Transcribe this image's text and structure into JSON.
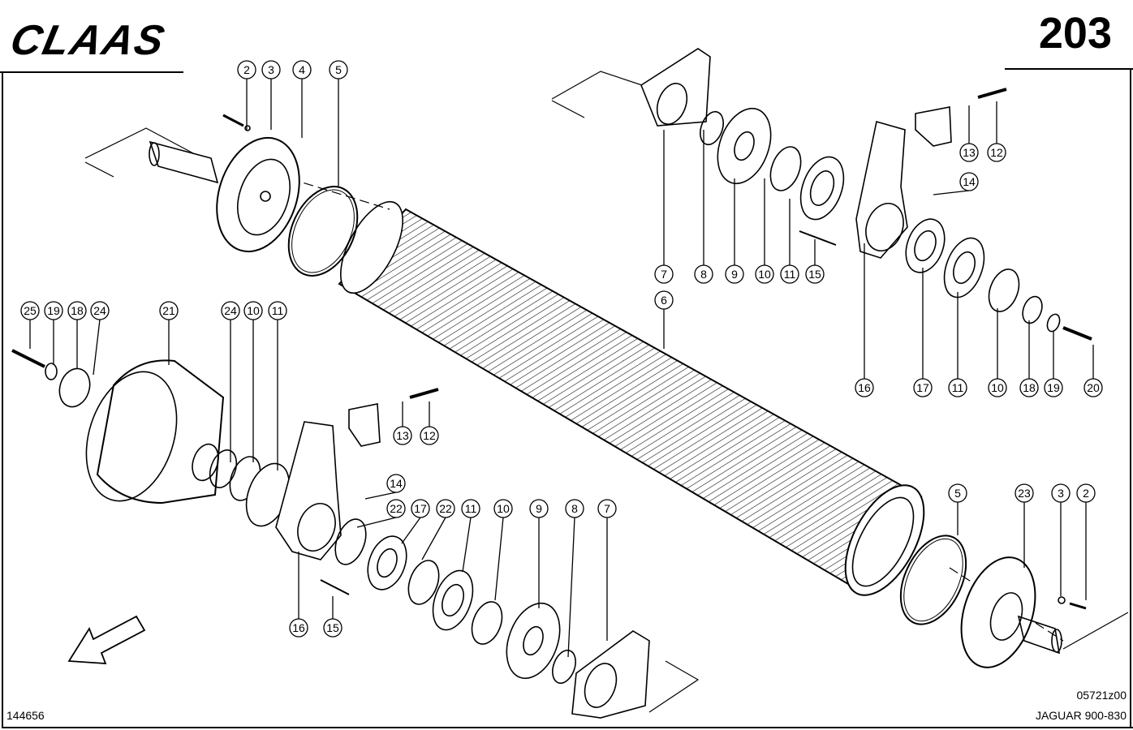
{
  "header": {
    "brand": "CLAAS",
    "page_number": "203"
  },
  "footer": {
    "left_id": "144656",
    "drawing_code": "05721z00",
    "model": "JAGUAR 900-830"
  },
  "callouts": [
    "2",
    "3",
    "4",
    "5",
    "7",
    "8",
    "9",
    "10",
    "11",
    "15",
    "13",
    "12",
    "14",
    "6",
    "16",
    "17",
    "11",
    "10",
    "18",
    "19",
    "20",
    "25",
    "19",
    "18",
    "24",
    "21",
    "24",
    "10",
    "11",
    "13",
    "12",
    "14",
    "22",
    "17",
    "22",
    "11",
    "10",
    "9",
    "8",
    "7",
    "16",
    "15",
    "5",
    "23",
    "3",
    "2"
  ]
}
